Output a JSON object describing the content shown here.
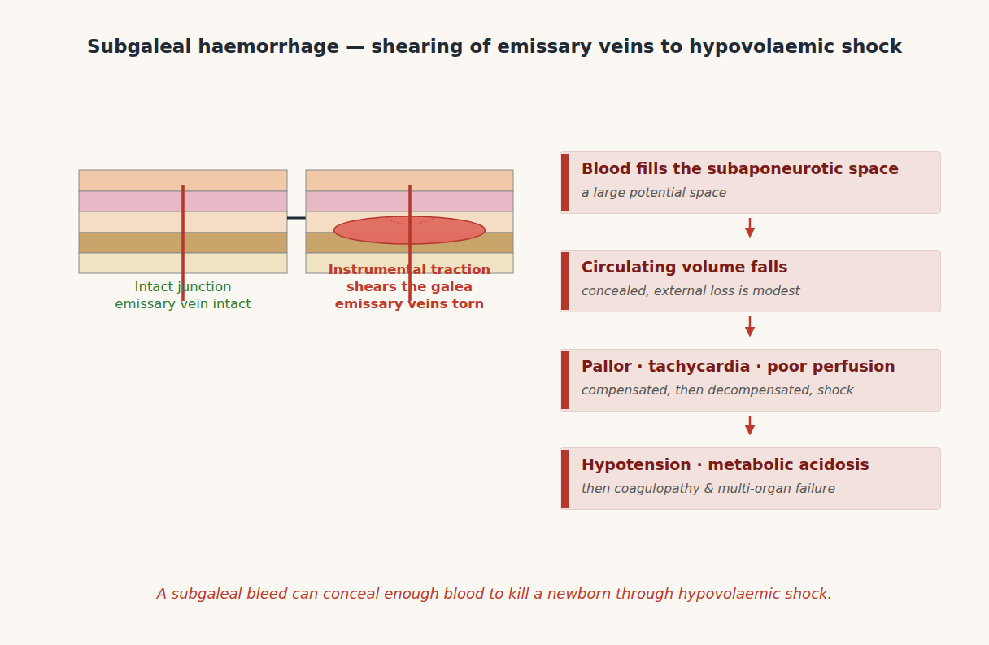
{
  "diagram": {
    "title": "Subgaleal haemorrhage — shearing of emissary veins to hypovolaemic shock",
    "caption": "A subgaleal bleed can conceal enough blood to kill a newborn through hypovolaemic shock.",
    "nodes": [
      {
        "text": [
          "Blood fills the subaponeurotic space",
          "a large potential space"
        ]
      },
      {
        "text": [
          "Circulating volume falls",
          "concealed, external loss is modest"
        ]
      },
      {
        "text": [
          "Pallor · tachycardia · poor perfusion",
          "compensated, then decompensated, shock"
        ]
      },
      {
        "text": [
          "Hypotension · metabolic acidosis",
          "then coagulopathy & multi-organ failure"
        ]
      }
    ],
    "edges": [
      {
        "from": 0,
        "to": 1,
        "arrow": "to"
      },
      {
        "from": 1,
        "to": 2,
        "arrow": "to"
      },
      {
        "from": 2,
        "to": 3,
        "arrow": "to"
      }
    ],
    "labels": [
      "Intact junction",
      "emissary vein intact",
      "Instrumental traction",
      "shears the galea",
      "emissary veins torn"
    ]
  }
}
